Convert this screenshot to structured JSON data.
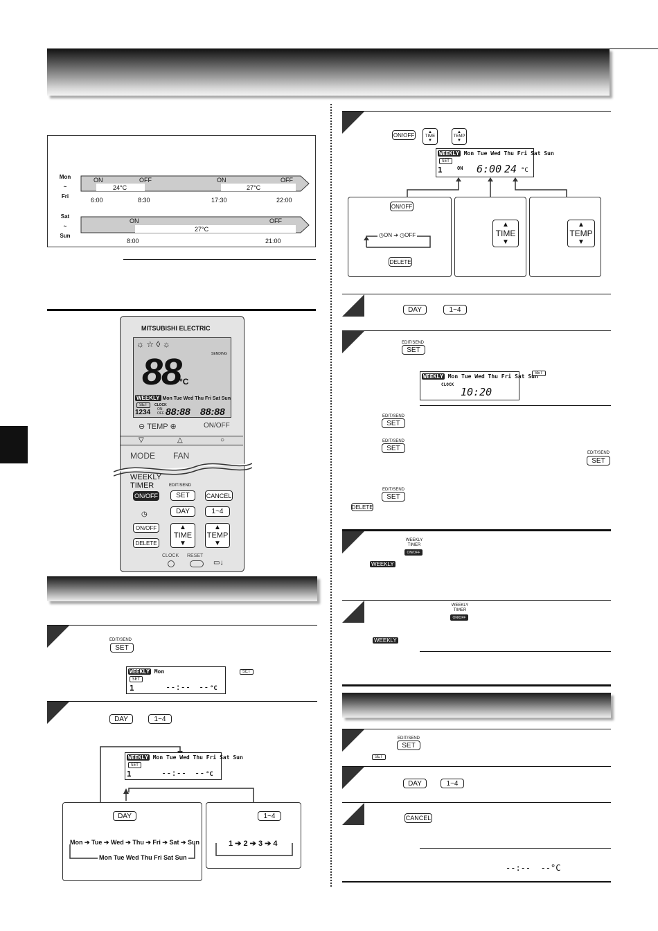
{
  "schedule": {
    "rows": [
      {
        "day_top": "Mon",
        "tilde": "~",
        "day_bottom": "Fri"
      },
      {
        "day_top": "Sat",
        "tilde": "~",
        "day_bottom": "Sun"
      }
    ],
    "weekday_bar": {
      "on1": "ON",
      "off1": "OFF",
      "temp1": "24°C",
      "on2": "ON",
      "off2": "OFF",
      "temp2": "27°C"
    },
    "weekday_times": [
      "6:00",
      "8:30",
      "17:30",
      "22:00"
    ],
    "weekend_bar": {
      "on": "ON",
      "off": "OFF",
      "temp": "27°C"
    },
    "weekend_times": [
      "8:00",
      "21:00"
    ]
  },
  "remote": {
    "brand": "MITSUBISHI ELECTRIC",
    "big_temp": "88",
    "unit": "°C",
    "sending": "SENDING",
    "days": "Mon Tue Wed Thu Fri Sat Sun",
    "weekly": "WEEKLY",
    "set": "SET",
    "clock": "CLOCK",
    "on": "ON",
    "off": "OFF",
    "nums": "1234",
    "time1": "88:88",
    "time2": "88:88",
    "temp_label": "TEMP",
    "onoff_label": "ON/OFF",
    "mode": "MODE",
    "fan": "FAN",
    "weekly_timer": "WEEKLY TIMER",
    "onoff_btn": "ON/OFF",
    "edit_send": "EDIT/SEND",
    "set_btn": "SET",
    "cancel_btn": "CANCEL",
    "day_btn": "DAY",
    "range_btn": "1~4",
    "onoff_small": "ON/OFF",
    "delete_btn": "DELETE",
    "time_btn": "TIME",
    "temp_btn": "TEMP",
    "clock_label": "CLOCK",
    "reset_label": "RESET"
  },
  "left_step1": {
    "edit_send": "EDIT/SEND",
    "set": "SET",
    "lcd_weekly": "WEEKLY",
    "lcd_day": "Mon",
    "lcd_set": "SET",
    "lcd_num": "1",
    "lcd_time": "--:--",
    "lcd_temp": "--",
    "lcd_unit": "°C",
    "side_set": "SET"
  },
  "left_step2": {
    "day_btn": "DAY",
    "range_btn": "1~4",
    "lcd_weekly": "WEEKLY",
    "lcd_days": "Mon Tue Wed Thu Fri Sat Sun",
    "lcd_set": "SET",
    "lcd_num": "1",
    "lcd_time": "--:--",
    "lcd_temp": "--",
    "lcd_unit": "°C",
    "box_day_btn": "DAY",
    "day_cycle": [
      "Mon",
      "Tue",
      "Wed",
      "Thu",
      "Fri",
      "Sat",
      "Sun"
    ],
    "day_all": "Mon Tue Wed Thu Fri Sat Sun",
    "box_range_btn": "1~4",
    "num_cycle": [
      "1",
      "2",
      "3",
      "4"
    ]
  },
  "right_step3": {
    "onoff": "ON/OFF",
    "time": "TIME",
    "temp": "TEMP",
    "lcd_weekly": "WEEKLY",
    "lcd_days": "Mon Tue Wed Thu Fri Sat Sun",
    "lcd_set": "SET",
    "lcd_num": "1",
    "lcd_on": "ON",
    "lcd_time": "6:00",
    "lcd_temp": "24",
    "lcd_unit": "°C",
    "box1_onoff": "ON/OFF",
    "box1_on": "ON",
    "box1_off": "OFF",
    "box1_delete": "DELETE",
    "box2_time": "TIME",
    "box3_temp": "TEMP"
  },
  "right_step4": {
    "day": "DAY",
    "range": "1~4"
  },
  "right_step5": {
    "edit_send": "EDIT/SEND",
    "set": "SET",
    "lcd_weekly": "WEEKLY",
    "lcd_days": "Mon Tue Wed Thu Fri Sat Sun",
    "lcd_clock": "CLOCK",
    "lcd_time": "10:20",
    "side_set": "SET",
    "b1_cap": "EDIT/SEND",
    "b1": "SET",
    "b2_cap": "EDIT/SEND",
    "b2": "SET",
    "b3_cap": "EDIT/SEND",
    "b3": "SET",
    "b4_cap": "EDIT/SEND",
    "b4": "SET",
    "delete": "DELETE"
  },
  "right_step6": {
    "wt_top": "WEEKLY",
    "wt_mid": "TIMER",
    "wt_btn": "ON/OFF",
    "weekly": "WEEKLY"
  },
  "right_step7": {
    "wt_top": "WEEKLY",
    "wt_mid": "TIMER",
    "wt_btn": "ON/OFF",
    "weekly": "WEEKLY"
  },
  "right_bottom": {
    "s1_cap": "EDIT/SEND",
    "s1": "SET",
    "s1_small": "SET",
    "s2_day": "DAY",
    "s2_range": "1~4",
    "s3_cancel": "CANCEL",
    "readout": "--:--  --°C"
  }
}
